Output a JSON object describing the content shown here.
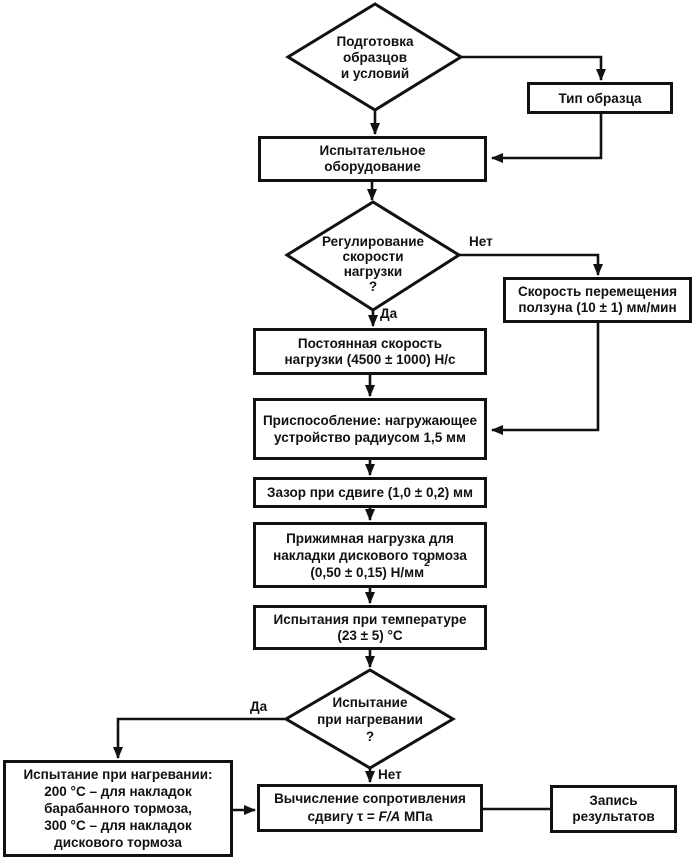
{
  "colors": {
    "line": "#111111",
    "background": "#ffffff",
    "box_fill": "#ffffff"
  },
  "nodes": {
    "d_preparation": {
      "l1": "Подготовка",
      "l2": "образцов",
      "l3": "и условий"
    },
    "b_sample_type": {
      "l1": "Тип образца"
    },
    "b_equipment": {
      "l1": "Испытательное",
      "l2": "оборудование"
    },
    "d_regulation": {
      "l1": "Регулирование",
      "l2": "скорости",
      "l3": "нагрузки",
      "l4": "?"
    },
    "b_slider_speed": {
      "l1": "Скорость перемещения",
      "l2": "ползуна (10 ± 1) мм/мин"
    },
    "b_constant_speed": {
      "l1": "Постоянная скорость",
      "l2": "нагрузки (4500 ± 1000) Н/с"
    },
    "b_fixture": {
      "l1": "Приспособление: нагружающее",
      "l2": "устройство радиусом 1,5 мм"
    },
    "b_gap": {
      "l1": "Зазор при сдвиге (1,0 ± 0,2) мм"
    },
    "b_clamp_load": {
      "l1": "Прижимная нагрузка для",
      "l2": "накладки дискового тормоза",
      "l3": "(0,50 ± 0,15) Н/мм",
      "l3_sup": "2"
    },
    "b_temperature": {
      "l1": "Испытания при температуре",
      "l2": "(23 ± 5) °С"
    },
    "d_heating": {
      "l1": "Испытание",
      "l2": "при нагревании",
      "l3": "?"
    },
    "b_heating_test": {
      "l1": "Испытание при нагревании:",
      "l2": "200 °С – для накладок",
      "l3": "барабанного тормоза,",
      "l4": "300 °С – для накладок",
      "l5": "дискового тормоза"
    },
    "b_calculation": {
      "l1": "Вычисление сопротивления",
      "l2a": "сдвигу τ = ",
      "l2b": "F/A",
      "l2c": " МПа"
    },
    "b_record": {
      "l1": "Запись",
      "l2": "результатов"
    }
  },
  "edge_labels": {
    "regulation_no": "Нет",
    "regulation_yes": "Да",
    "heating_yes": "Да",
    "heating_no": "Нет"
  }
}
